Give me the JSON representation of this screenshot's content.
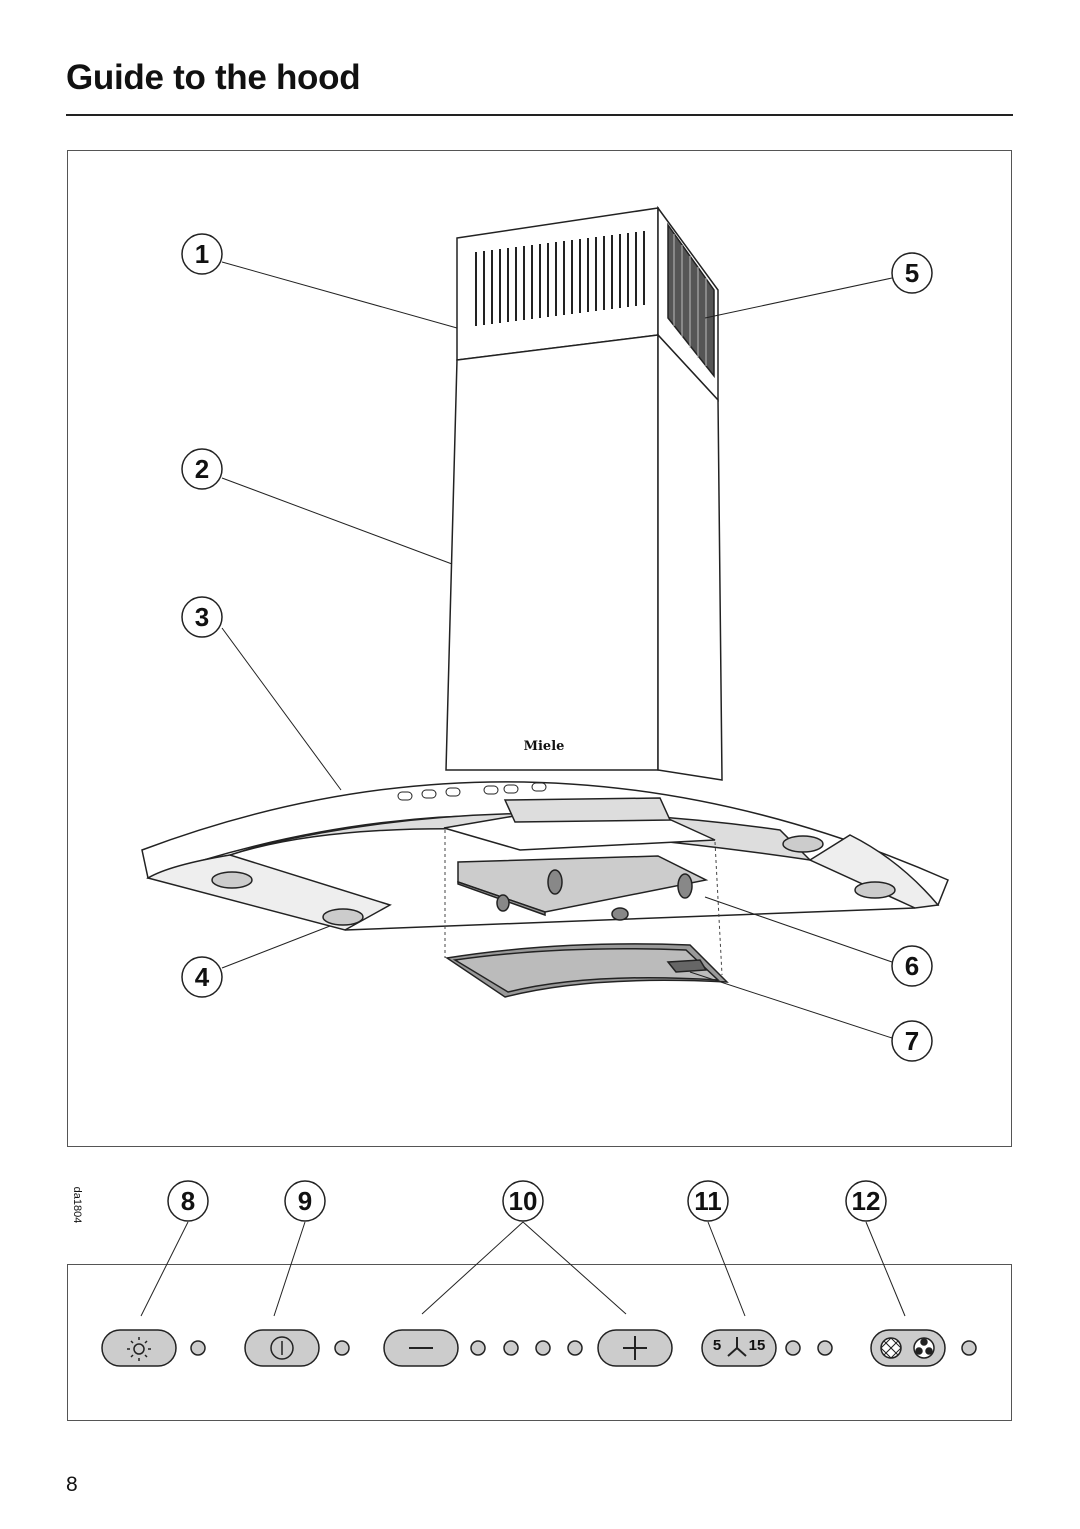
{
  "page": {
    "title": "Guide to the hood",
    "page_number": "8",
    "figure_code": "da1804"
  },
  "hood_callouts": [
    "1",
    "2",
    "3",
    "4",
    "5",
    "6",
    "7"
  ],
  "panel_callouts": [
    "8",
    "9",
    "10",
    "11",
    "12"
  ],
  "brand": "Miele",
  "fan_icon": {
    "left_number": "5",
    "right_number": "15"
  },
  "icons": [
    "light-icon",
    "power-icon",
    "minus-icon",
    "plus-icon",
    "fan-timer-icon",
    "filter-icon"
  ]
}
